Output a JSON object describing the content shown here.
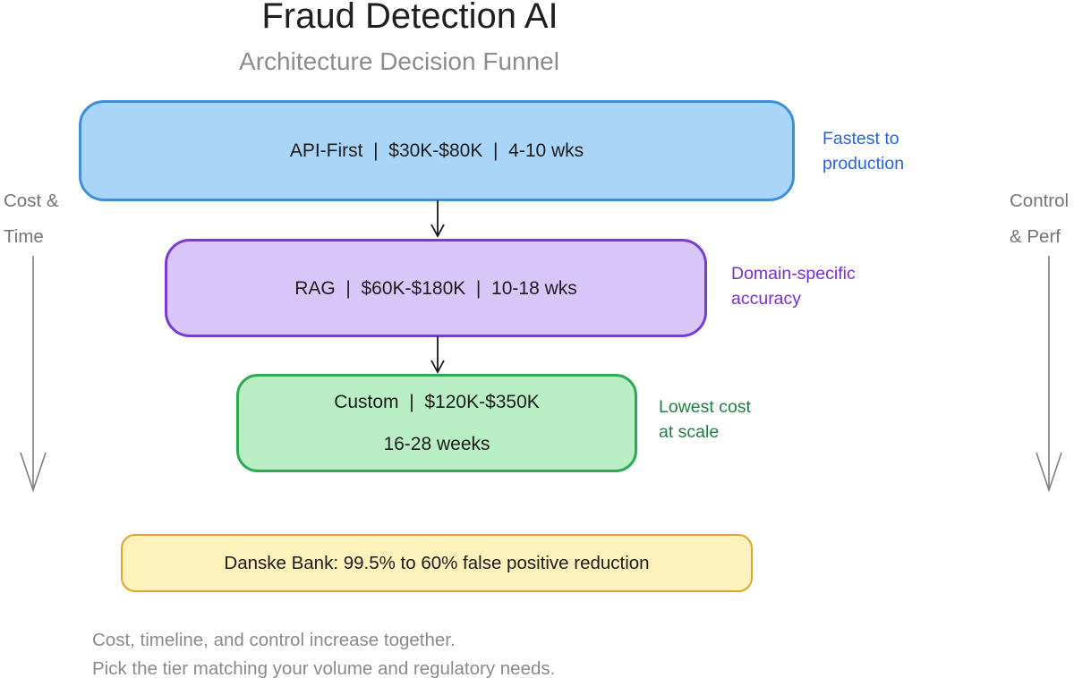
{
  "header": {
    "title": "Fraud Detection AI",
    "subtitle": "Architecture Decision Funnel"
  },
  "left_axis": {
    "line1": "Cost &",
    "line2": "Time"
  },
  "right_axis": {
    "line1": "Control",
    "line2": "& Perf"
  },
  "tiers": [
    {
      "name": "API-First",
      "label": "API-First  |  $30K-$80K  |  4-10 wks",
      "annotation_line1": "Fastest to",
      "annotation_line2": "production",
      "fill_color": "#a9d5f8",
      "border_color": "#3e8fd9",
      "annotation_color": "#2563eb"
    },
    {
      "name": "RAG",
      "label": "RAG  |  $60K-$180K  |  10-18 wks",
      "annotation_line1": "Domain-specific",
      "annotation_line2": "accuracy",
      "fill_color": "#d8c6f8",
      "border_color": "#7a3bd1",
      "annotation_color": "#7a2dd1"
    },
    {
      "name": "Custom",
      "label_line1": "Custom  |  $120K-$350K",
      "label_line2": "16-28 weeks",
      "annotation_line1": "Lowest cost",
      "annotation_line2": "at scale",
      "fill_color": "#b9edc3",
      "border_color": "#2cab52",
      "annotation_color": "#1e8040"
    }
  ],
  "callout": {
    "text": "Danske Bank: 99.5% to 60% false positive reduction",
    "fill_color": "#fdf1bc",
    "border_color": "#dfa42e"
  },
  "footer": {
    "line1": "Cost, timeline, and control increase together.",
    "line2": "Pick the tier matching your volume and regulatory needs."
  }
}
